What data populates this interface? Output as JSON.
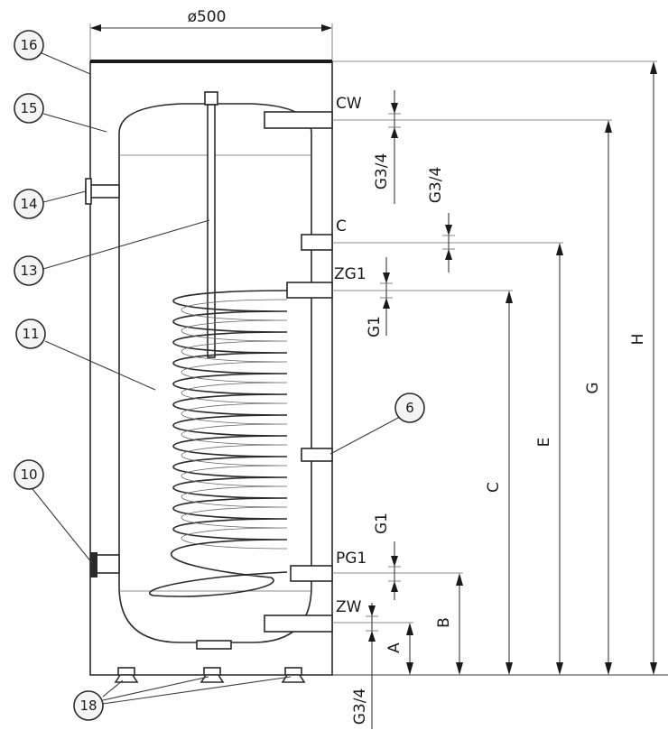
{
  "dimensions": {
    "diameter": "ø500",
    "H": "H",
    "G": "G",
    "E": "E",
    "C": "C",
    "B": "B",
    "A": "A"
  },
  "connections": {
    "CW": "CW",
    "C": "C",
    "ZG1": "ZG1",
    "PG1": "PG1",
    "ZW": "ZW"
  },
  "thread_sizes": {
    "cw": "G3/4",
    "c": "G3/4",
    "zg1": "G1",
    "pg1": "G1",
    "zw": "G3/4"
  },
  "callouts": {
    "c16": "16",
    "c15": "15",
    "c14": "14",
    "c13": "13",
    "c11": "11",
    "c10": "10",
    "c6": "6",
    "c18": "18"
  }
}
